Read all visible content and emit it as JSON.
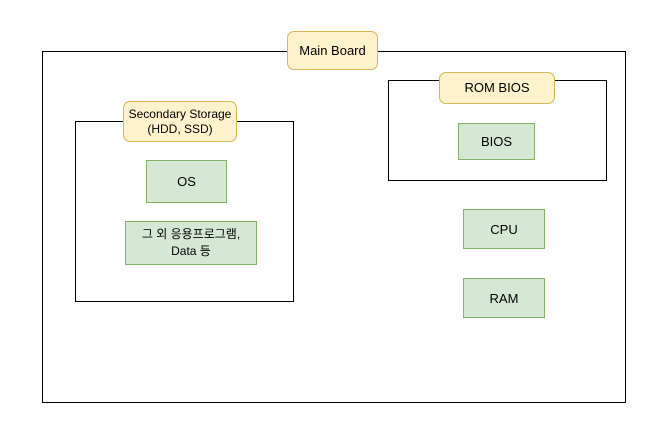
{
  "diagram": {
    "background": "#ffffff",
    "colors": {
      "label_fill": "#fff2cc",
      "label_border": "#d6b656",
      "component_fill": "#d5e8d4",
      "component_border": "#82b366",
      "outline": "#000000",
      "text": "#000000"
    },
    "labels": {
      "main_board": "Main Board",
      "secondary_storage": {
        "line1": "Secondary Storage",
        "line2": "(HDD, SSD)"
      },
      "rom_bios": "ROM BIOS"
    },
    "components": {
      "os": "OS",
      "other_apps": {
        "line1": "그 외 응용프로그램,",
        "line2": "Data 등"
      },
      "bios": "BIOS",
      "cpu": "CPU",
      "ram": "RAM"
    }
  }
}
